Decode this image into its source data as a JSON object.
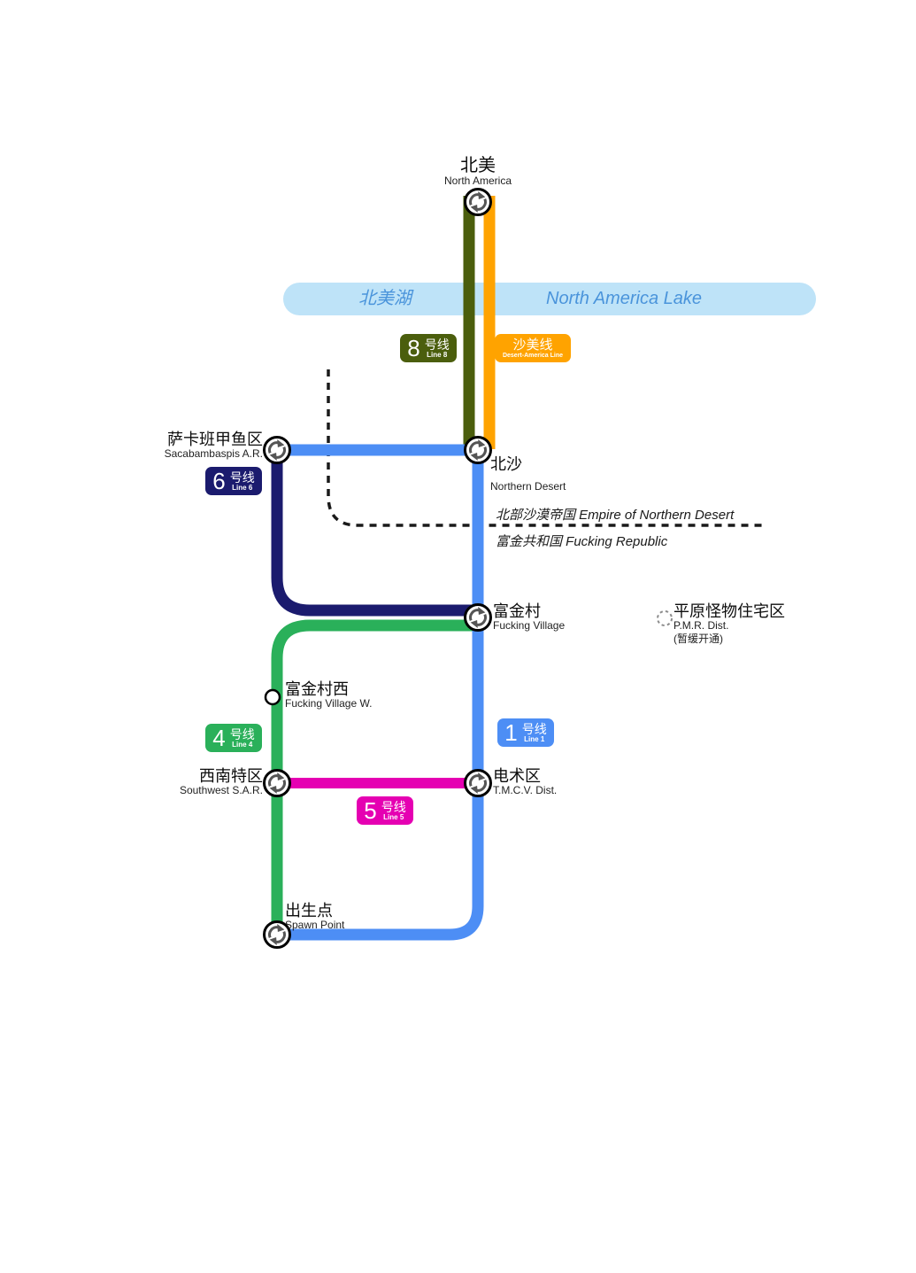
{
  "lake": {
    "zh": "北美湖",
    "en": "North America Lake",
    "bg_color": "#bee3f8",
    "text_color": "#4a94db"
  },
  "regions": {
    "north_label": "北部沙漠帝国 Empire of Northern Desert",
    "south_label": "富金共和国 Fucking Republic",
    "border_color": "#1a1a1a"
  },
  "lines": {
    "line1": {
      "number": "1",
      "zh": "号线",
      "en": "Line 1",
      "color": "#4d8ef5"
    },
    "line4": {
      "number": "4",
      "zh": "号线",
      "en": "Line 4",
      "color": "#2ab05a"
    },
    "line5": {
      "number": "5",
      "zh": "号线",
      "en": "Line 5",
      "color": "#e500b2"
    },
    "line6": {
      "number": "6",
      "zh": "号线",
      "en": "Line 6",
      "color": "#1b1b6e"
    },
    "line8": {
      "number": "8",
      "zh": "号线",
      "en": "Line 8",
      "color": "#4b5e0d"
    },
    "desert_america": {
      "zh": "沙美线",
      "en": "Desert-America Line",
      "color": "#ffa300"
    }
  },
  "stations": {
    "north_america": {
      "zh": "北美",
      "en": "North America"
    },
    "northern_desert": {
      "zh": "北沙",
      "en": "Northern Desert"
    },
    "sacabambaspis": {
      "zh": "萨卡班甲鱼区",
      "en": "Sacabambaspis A.R."
    },
    "fucking_village": {
      "zh": "富金村",
      "en": "Fucking Village"
    },
    "pmr_dist": {
      "zh": "平原怪物住宅区",
      "en": "P.M.R. Dist.",
      "note": "(暂缓开通)"
    },
    "fucking_village_w": {
      "zh": "富金村西",
      "en": "Fucking Village W."
    },
    "southwest_sar": {
      "zh": "西南特区",
      "en": "Southwest S.A.R."
    },
    "tmcv_dist": {
      "zh": "电术区",
      "en": "T.M.C.V. Dist."
    },
    "spawn_point": {
      "zh": "出生点",
      "en": "Spawn Point"
    }
  },
  "icons": {
    "interchange": "transfer-arrows-icon",
    "regular_station": "station-circle-icon",
    "planned_station": "dashed-circle-icon"
  }
}
